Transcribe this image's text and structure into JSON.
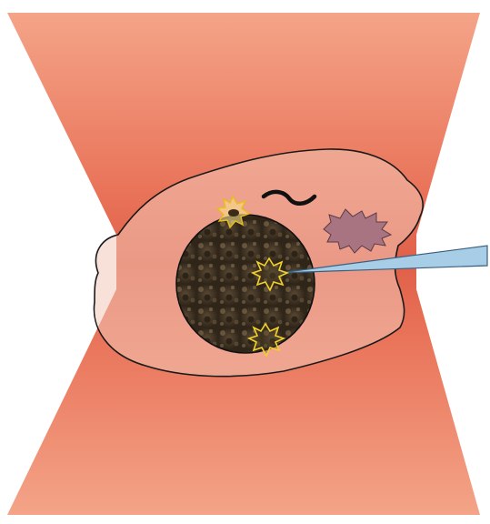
{
  "colors": {
    "background": "#ffffff",
    "beam_edge": "#f08a68",
    "beam_mid": "#e8694c",
    "beam_waist": "#dd5a3e",
    "cell_fill": "#f2c7b5",
    "cell_outline": "#1a1a1a",
    "nucleus_dark": "#2e2418",
    "nucleus_mid": "#6e5a40",
    "target_outline": "#f2d12a",
    "organelle_fill": "#a87482",
    "pipette_fill": "#a8cde6",
    "pipette_outline": "#3a5f7f"
  },
  "elements": {
    "beam": "laser-beam-hourglass",
    "cell": "cell-body",
    "nucleus": "nucleus",
    "targets": [
      "target-cytoplasm",
      "target-nucleus-center",
      "target-nucleus-edge"
    ],
    "organelles": [
      "organelle-spiky-purple",
      "squiggle-fiber"
    ],
    "tool": "micropipette"
  }
}
